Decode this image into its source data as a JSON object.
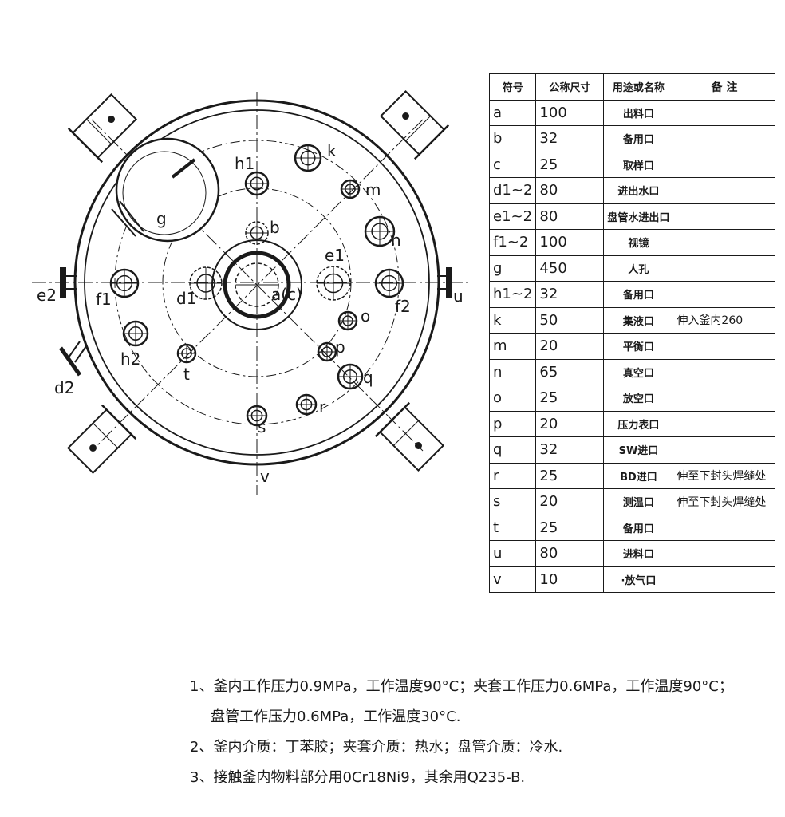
{
  "table": {
    "headers": [
      "符号",
      "公称尺寸",
      "用途或名称",
      "备 注"
    ],
    "rows": [
      {
        "sym": "a",
        "dn": "100",
        "use": "出料口",
        "remark": ""
      },
      {
        "sym": "b",
        "dn": "32",
        "use": "备用口",
        "remark": ""
      },
      {
        "sym": "c",
        "dn": "25",
        "use": "取样口",
        "remark": ""
      },
      {
        "sym": "d1~2",
        "dn": "80",
        "use": "进出水口",
        "remark": ""
      },
      {
        "sym": "e1~2",
        "dn": "80",
        "use": "盘管水进出口",
        "remark": ""
      },
      {
        "sym": "f1~2",
        "dn": "100",
        "use": "视镜",
        "remark": ""
      },
      {
        "sym": "g",
        "dn": "450",
        "use": "人孔",
        "remark": ""
      },
      {
        "sym": "h1~2",
        "dn": "32",
        "use": "备用口",
        "remark": ""
      },
      {
        "sym": "k",
        "dn": "50",
        "use": "集液口",
        "remark": "伸入釜内260"
      },
      {
        "sym": "m",
        "dn": "20",
        "use": "平衡口",
        "remark": ""
      },
      {
        "sym": "n",
        "dn": "65",
        "use": "真空口",
        "remark": ""
      },
      {
        "sym": "o",
        "dn": "25",
        "use": "放空口",
        "remark": ""
      },
      {
        "sym": "p",
        "dn": "20",
        "use": "压力表口",
        "remark": ""
      },
      {
        "sym": "q",
        "dn": "32",
        "use": "SW进口",
        "remark": ""
      },
      {
        "sym": "r",
        "dn": "25",
        "use": "BD进口",
        "remark": "伸至下封头焊缝处"
      },
      {
        "sym": "s",
        "dn": "20",
        "use": "测温口",
        "remark": "伸至下封头焊缝处"
      },
      {
        "sym": "t",
        "dn": "25",
        "use": "备用口",
        "remark": ""
      },
      {
        "sym": "u",
        "dn": "80",
        "use": "进料口",
        "remark": ""
      },
      {
        "sym": "v",
        "dn": "10",
        "use": "·放气口",
        "remark": ""
      }
    ]
  },
  "drawing": {
    "labels": {
      "a_c": "a(c)",
      "b": "b",
      "d1": "d1",
      "d2": "d2",
      "e1": "e1",
      "e2": "e2",
      "f1": "f1",
      "f2": "f2",
      "g": "g",
      "h1": "h1",
      "h2": "h2",
      "k": "k",
      "m": "m",
      "n": "n",
      "o": "o",
      "p": "p",
      "q": "q",
      "r": "r",
      "s": "s",
      "t": "t",
      "u": "u",
      "v": "v"
    }
  },
  "notes": [
    "1、釜内工作压力0.9MPa，工作温度90°C；夹套工作压力0.6MPa，工作温度90°C；",
    "盘管工作压力0.6MPa，工作温度30°C.",
    "2、釜内介质：丁苯胶；夹套介质：热水；盘管介质：冷水.",
    "3、接触釜内物料部分用0Cr18Ni9，其余用Q235-B."
  ]
}
